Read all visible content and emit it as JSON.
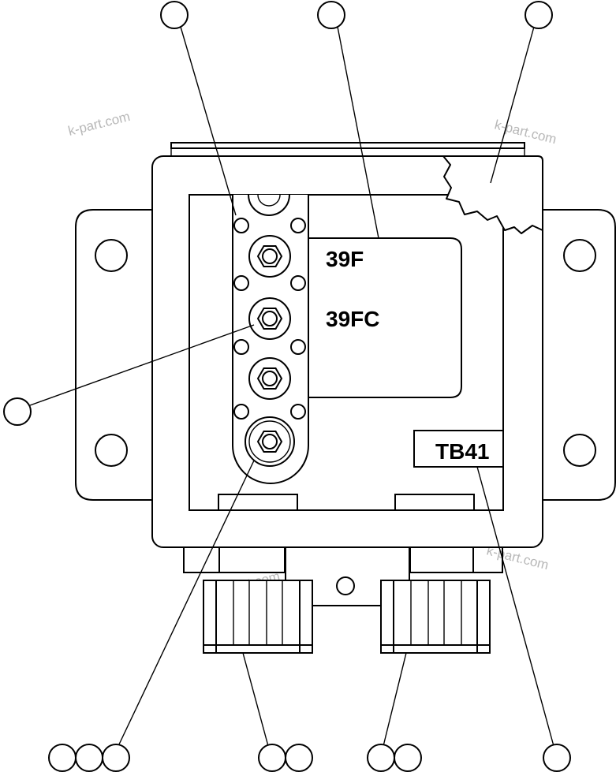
{
  "labels": {
    "terminal_1": "39F",
    "terminal_2": "39FC",
    "block_name": "TB41"
  },
  "watermark": "k-part.com",
  "colors": {
    "line": "#000000",
    "background": "#ffffff",
    "watermark": "#b8b8b8"
  }
}
